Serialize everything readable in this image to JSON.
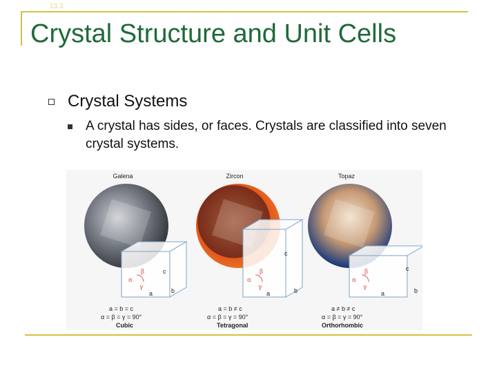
{
  "header": {
    "section_number": "13.3",
    "title": "Crystal Structure and Unit Cells"
  },
  "content": {
    "level1": "Crystal Systems",
    "level2": "A crystal has sides, or faces. Crystals are classified into seven crystal systems."
  },
  "figure": {
    "panels": [
      {
        "mineral": "Galena",
        "lengths": "a = b = c",
        "angles": "α = β = γ = 90°",
        "system": "Cubic",
        "axes": [
          "a",
          "b",
          "c"
        ],
        "angle_symbols": [
          "α",
          "β",
          "γ"
        ]
      },
      {
        "mineral": "Zircon",
        "lengths": "a = b ≠ c",
        "angles": "α = β = γ = 90°",
        "system": "Tetragonal",
        "axes": [
          "a",
          "b",
          "c"
        ],
        "angle_symbols": [
          "α",
          "β",
          "γ"
        ]
      },
      {
        "mineral": "Topaz",
        "lengths": "a ≠ b ≠ c",
        "angles": "α = β = γ = 90°",
        "system": "Orthorhombic",
        "axes": [
          "a",
          "b",
          "c"
        ],
        "angle_symbols": [
          "α",
          "β",
          "γ"
        ]
      }
    ]
  },
  "colors": {
    "accent": "#d4bf46",
    "title": "#1f6a3a"
  }
}
